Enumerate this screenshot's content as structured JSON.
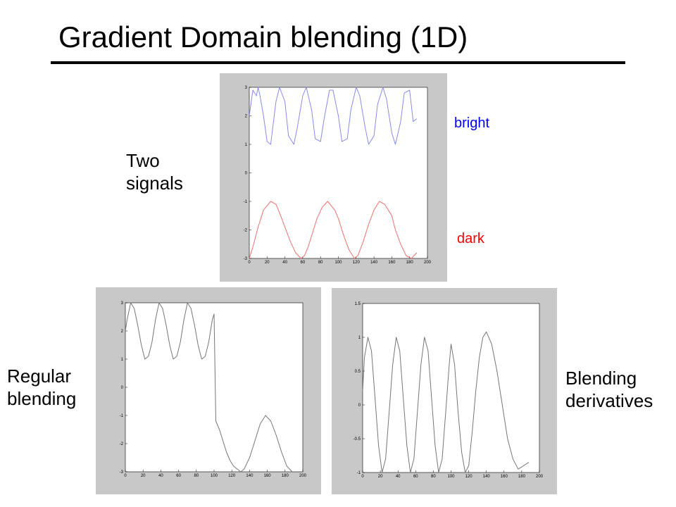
{
  "slide": {
    "title": "Gradient Domain blending (1D)",
    "labels": {
      "two_signals_line1": "Two",
      "two_signals_line2": "signals",
      "regular_line1": "Regular",
      "regular_line2": "blending",
      "derivatives_line1": "Blending",
      "derivatives_line2": "derivatives",
      "bright": "bright",
      "dark": "dark"
    },
    "colors": {
      "bright": "#0000ff",
      "dark": "#ff0000",
      "bright_line": "#8a8aee",
      "dark_line": "#ee7070",
      "gray_line": "#777777",
      "panel_bg": "#c8c8c8"
    }
  },
  "chart_data": [
    {
      "type": "line",
      "title": "",
      "xlabel": "",
      "ylabel": "",
      "xlim": [
        0,
        200
      ],
      "ylim": [
        -3,
        3
      ],
      "xticks": [
        "0",
        "20",
        "40",
        "60",
        "80",
        "100",
        "120",
        "140",
        "160",
        "180",
        "200"
      ],
      "yticks": [
        "-3",
        "-2",
        "-1",
        "0",
        "1",
        "2",
        "3"
      ],
      "grid": false,
      "series": [
        {
          "color": "#8a8aee",
          "x": [
            0,
            4,
            8,
            10,
            12,
            16,
            20,
            24,
            30,
            34,
            40,
            44,
            50,
            54,
            60,
            64,
            70,
            74,
            80,
            84,
            90,
            94,
            100,
            104,
            110,
            114,
            120,
            124,
            130,
            134,
            140,
            144,
            150,
            154,
            160,
            164,
            170,
            174,
            180,
            184,
            188
          ],
          "y": [
            2.0,
            2.9,
            2.7,
            3.0,
            2.7,
            2.0,
            1.1,
            1.0,
            2.5,
            3.0,
            2.5,
            1.3,
            1.0,
            1.6,
            2.7,
            3.0,
            2.2,
            1.2,
            1.1,
            1.9,
            2.9,
            2.9,
            2.0,
            1.1,
            1.2,
            2.2,
            3.0,
            2.7,
            1.6,
            1.0,
            1.3,
            2.4,
            3.0,
            2.6,
            1.4,
            1.0,
            1.8,
            2.8,
            2.9,
            1.8,
            1.9
          ]
        },
        {
          "color": "#ee7070",
          "x": [
            0,
            4,
            10,
            16,
            24,
            30,
            34,
            40,
            46,
            52,
            58,
            62,
            66,
            70,
            76,
            82,
            88,
            96,
            100,
            106,
            112,
            118,
            122,
            128,
            134,
            140,
            146,
            152,
            160,
            164,
            170,
            176,
            182,
            188
          ],
          "y": [
            -3.0,
            -2.6,
            -1.9,
            -1.3,
            -1.0,
            -1.1,
            -1.4,
            -1.9,
            -2.4,
            -2.8,
            -3.0,
            -2.9,
            -2.6,
            -2.2,
            -1.6,
            -1.2,
            -1.0,
            -1.3,
            -1.6,
            -2.2,
            -2.7,
            -3.0,
            -2.9,
            -2.4,
            -1.8,
            -1.3,
            -1.0,
            -1.1,
            -1.5,
            -2.0,
            -2.5,
            -2.9,
            -3.0,
            -2.8
          ]
        }
      ]
    },
    {
      "type": "line",
      "title": "",
      "xlabel": "",
      "ylabel": "",
      "xlim": [
        0,
        200
      ],
      "ylim": [
        -3,
        3
      ],
      "xticks": [
        "0",
        "20",
        "40",
        "60",
        "80",
        "100",
        "120",
        "140",
        "160",
        "180",
        "200"
      ],
      "yticks": [
        "-3",
        "-2",
        "-1",
        "0",
        "1",
        "2",
        "3"
      ],
      "grid": false,
      "series": [
        {
          "color": "#777777",
          "x": [
            0,
            2,
            6,
            10,
            14,
            18,
            22,
            26,
            30,
            34,
            38,
            42,
            46,
            50,
            54,
            58,
            62,
            66,
            70,
            74,
            78,
            82,
            86,
            90,
            94,
            98,
            100,
            100,
            102,
            106,
            110,
            114,
            118,
            122,
            126,
            130,
            134,
            140,
            146,
            152,
            158,
            164,
            170,
            176,
            182,
            188
          ],
          "y": [
            2.0,
            2.4,
            3.0,
            2.8,
            2.2,
            1.5,
            1.0,
            1.1,
            1.6,
            2.4,
            3.0,
            2.8,
            2.2,
            1.5,
            1.0,
            1.1,
            1.6,
            2.4,
            3.0,
            2.8,
            2.2,
            1.5,
            1.0,
            1.1,
            1.6,
            2.4,
            2.6,
            2.6,
            -1.2,
            -1.5,
            -1.9,
            -2.3,
            -2.6,
            -2.8,
            -2.9,
            -3.0,
            -2.9,
            -2.5,
            -1.9,
            -1.3,
            -1.0,
            -1.2,
            -1.7,
            -2.3,
            -2.8,
            -3.0
          ]
        }
      ]
    },
    {
      "type": "line",
      "title": "",
      "xlabel": "",
      "ylabel": "",
      "xlim": [
        0,
        200
      ],
      "ylim": [
        -1,
        1.5
      ],
      "xticks": [
        "0",
        "20",
        "40",
        "60",
        "80",
        "100",
        "120",
        "140",
        "160",
        "180",
        "200"
      ],
      "yticks": [
        "-1",
        "-0.5",
        "0",
        "0.5",
        "1",
        "1.5"
      ],
      "grid": false,
      "series": [
        {
          "color": "#777777",
          "x": [
            0,
            2,
            6,
            10,
            14,
            18,
            22,
            26,
            30,
            34,
            38,
            42,
            46,
            50,
            54,
            58,
            62,
            66,
            70,
            74,
            78,
            82,
            86,
            90,
            94,
            98,
            100,
            104,
            108,
            112,
            116,
            120,
            124,
            128,
            132,
            136,
            140,
            146,
            152,
            158,
            164,
            170,
            176,
            182,
            188
          ],
          "y": [
            0.2,
            0.7,
            1.0,
            0.8,
            0.1,
            -0.6,
            -1.0,
            -0.8,
            -0.1,
            0.6,
            1.0,
            0.8,
            0.1,
            -0.6,
            -1.0,
            -0.8,
            -0.1,
            0.6,
            1.0,
            0.8,
            0.1,
            -0.6,
            -1.0,
            -0.8,
            -0.1,
            0.6,
            0.9,
            0.6,
            -0.1,
            -0.7,
            -1.0,
            -0.9,
            -0.4,
            0.2,
            0.7,
            1.0,
            1.08,
            0.9,
            0.5,
            0.0,
            -0.5,
            -0.8,
            -0.95,
            -0.9,
            -0.85
          ]
        }
      ]
    }
  ]
}
